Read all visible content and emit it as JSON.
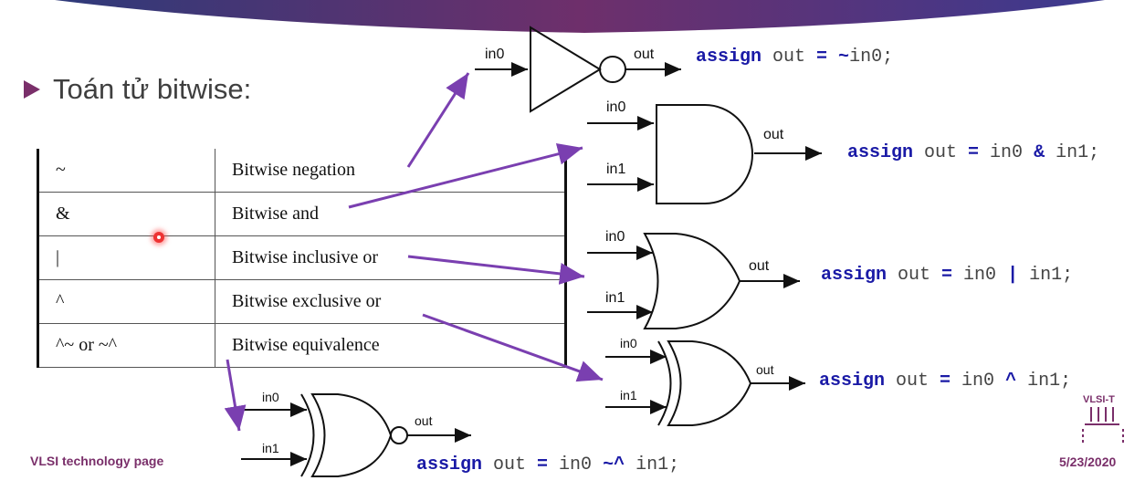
{
  "heading": "Toán tử bitwise:",
  "table": [
    {
      "symbol": "~",
      "description": "Bitwise negation"
    },
    {
      "symbol": "&",
      "description": "Bitwise and"
    },
    {
      "symbol": "|",
      "description": "Bitwise inclusive or"
    },
    {
      "symbol": "^",
      "description": "Bitwise exclusive or"
    },
    {
      "symbol": "^~ or ~^",
      "description": "Bitwise equivalence"
    }
  ],
  "signals": {
    "in0": "in0",
    "in1": "in1",
    "out": "out"
  },
  "code": {
    "kw": "assign",
    "not": {
      "lhs": " out ",
      "eq": "=",
      "op": " ~",
      "rhs": "in0;"
    },
    "and": {
      "lhs": " out ",
      "eq": "=",
      "a": " in0 ",
      "op": "&",
      "b": " in1;"
    },
    "or": {
      "lhs": " out ",
      "eq": "=",
      "a": " in0 ",
      "op": "|",
      "b": " in1;"
    },
    "xor": {
      "lhs": " out ",
      "eq": "=",
      "a": " in0 ",
      "op": "^",
      "b": " in1;"
    },
    "xnor": {
      "lhs": " out ",
      "eq": "=",
      "a": " in0 ",
      "op": "~^",
      "b": " in1;"
    }
  },
  "footer": {
    "left": "VLSI technology page",
    "right": "5/23/2020",
    "logo": "VLSI-T"
  },
  "colors": {
    "accent": "#7a2f6a",
    "arrow": "#7a3fb0",
    "keyword": "#1a1aa6",
    "banner_start": "#3b3a8f",
    "banner_end": "#7a2f6a"
  }
}
